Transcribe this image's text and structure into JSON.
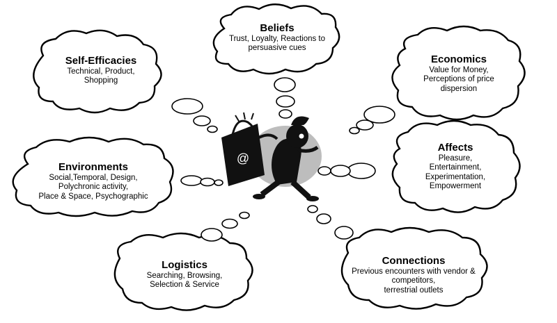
{
  "nodes": {
    "beliefs": {
      "title": "Beliefs",
      "lines": [
        "Trust, Loyalty,  Reactions to",
        "persuasive cues"
      ]
    },
    "self_efficacies": {
      "title": "Self-Efficacies",
      "lines": [
        "Technical,  Product,",
        "Shopping"
      ]
    },
    "economics": {
      "title": "Economics",
      "lines": [
        "Value for Money,",
        "Perceptions of price",
        "dispersion"
      ]
    },
    "environments": {
      "title": "Environments",
      "lines": [
        "Social,Temporal, Design,",
        "Polychronic activity,",
        "Place & Space, Psychographic"
      ]
    },
    "affects": {
      "title": "Affects",
      "lines": [
        "Pleasure,",
        "Entertainment,",
        "Experimentation,",
        "Empowerment"
      ]
    },
    "logistics": {
      "title": "Logistics",
      "lines": [
        "Searching, Browsing,",
        "Selection & Service"
      ]
    },
    "connections": {
      "title": "Connections",
      "lines": [
        "Previous encounters with vendor &",
        "competitors,",
        "terrestrial outlets"
      ]
    }
  },
  "center": {
    "icon": "online-shopper-clipart-icon",
    "bag_symbol": "@"
  }
}
